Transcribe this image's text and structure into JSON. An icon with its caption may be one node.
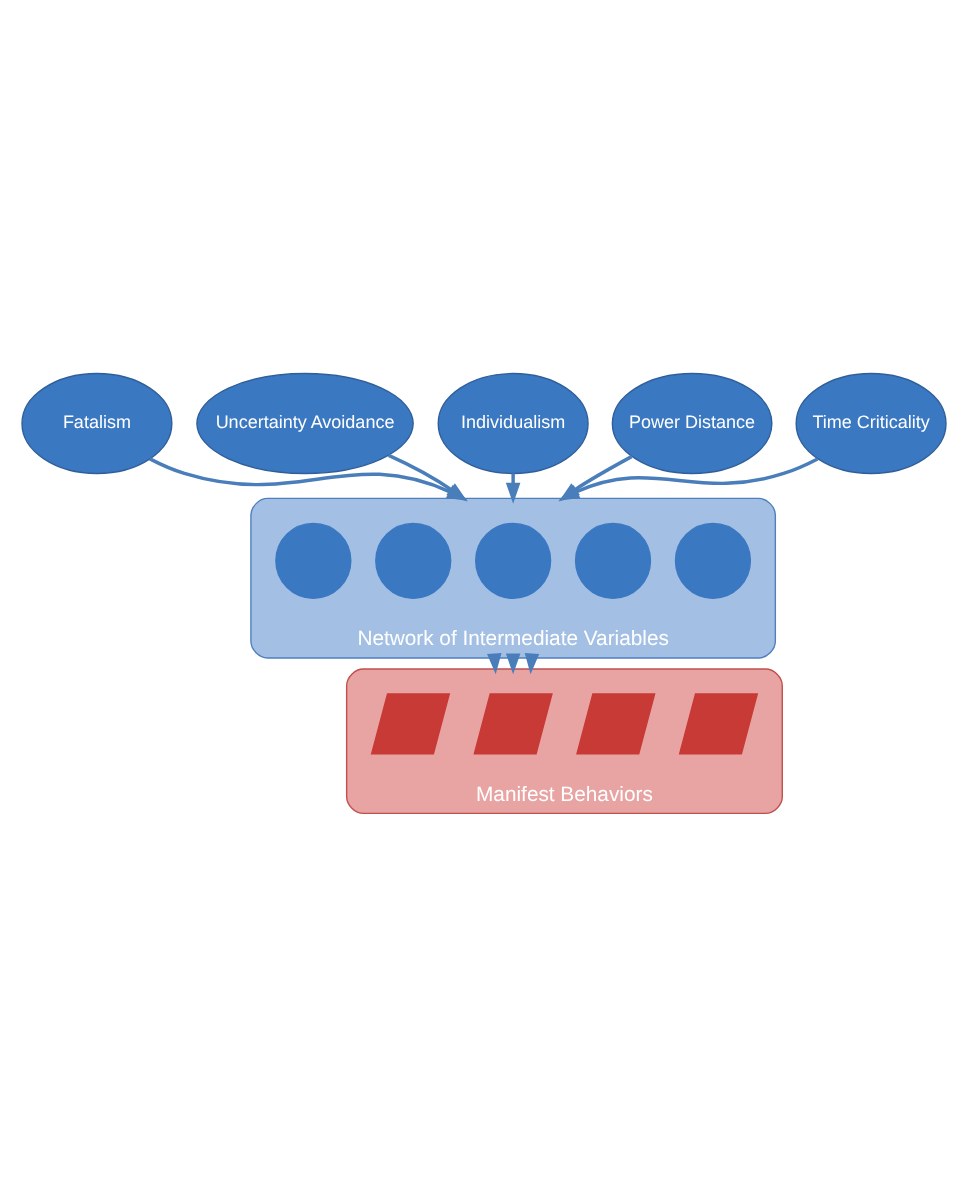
{
  "diagram": {
    "nodes": [
      {
        "text": [
          "Fatalism"
        ]
      },
      {
        "text": [
          "Uncertainty Avoidance"
        ]
      },
      {
        "text": [
          "Individualism"
        ]
      },
      {
        "text": [
          "Power Distance"
        ]
      },
      {
        "text": [
          "Time Criticality"
        ]
      },
      {
        "text": [
          "Network of Intermediate Variables"
        ]
      },
      {
        "text": [],
        "shape": "circle",
        "in": 5
      },
      {
        "text": [],
        "shape": "circle",
        "in": 5
      },
      {
        "text": [],
        "shape": "circle",
        "in": 5
      },
      {
        "text": [],
        "shape": "circle",
        "in": 5
      },
      {
        "text": [],
        "shape": "circle",
        "in": 5
      },
      {
        "text": [
          "Manifest Behaviors"
        ]
      },
      {
        "text": [],
        "shape": "parallelogram",
        "in": 11
      },
      {
        "text": [],
        "shape": "parallelogram",
        "in": 11
      },
      {
        "text": [],
        "shape": "parallelogram",
        "in": 11
      },
      {
        "text": [],
        "shape": "parallelogram",
        "in": 11
      }
    ],
    "edges": [
      {
        "from": 0,
        "to": 5,
        "arrow": "to"
      },
      {
        "from": 3,
        "to": 5,
        "arrow": "to"
      },
      {
        "from": 1,
        "to": 5,
        "arrow": "to"
      },
      {
        "from": 4,
        "to": 5,
        "arrow": "to"
      },
      {
        "from": 2,
        "to": 5,
        "arrow": "to"
      },
      {
        "from": 5,
        "to": 11,
        "arrow": "to"
      },
      {
        "from": 5,
        "to": 11,
        "arrow": "to"
      },
      {
        "from": 5,
        "to": 11,
        "arrow": "to"
      }
    ]
  }
}
